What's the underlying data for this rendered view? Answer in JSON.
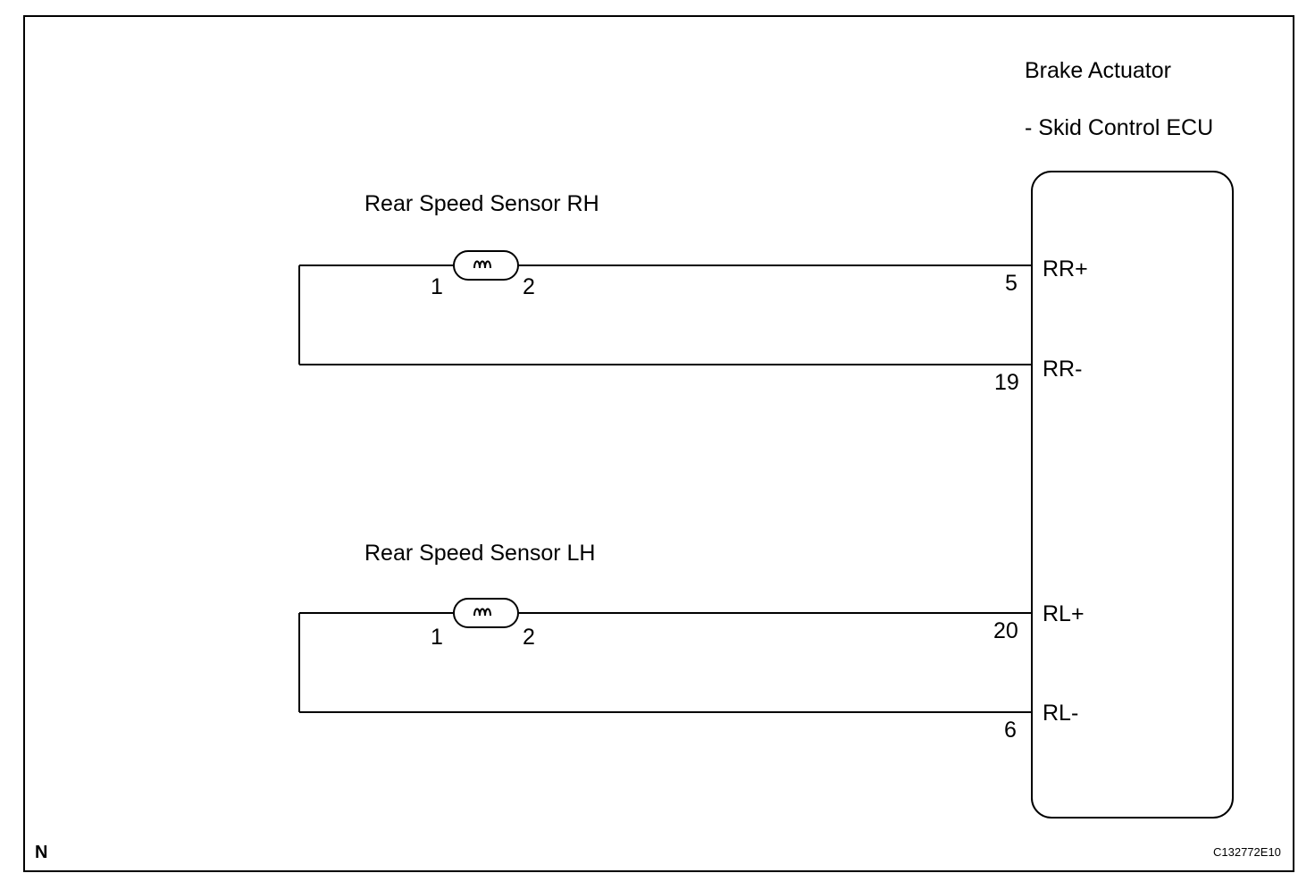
{
  "ecu": {
    "title_line1": "Brake Actuator",
    "title_line2": "- Skid Control ECU"
  },
  "sensors": [
    {
      "label": "Rear Speed Sensor RH",
      "pin_left": "1",
      "pin_right": "2",
      "ecu_pins": [
        {
          "terminal": "RR+",
          "number": "5"
        },
        {
          "terminal": "RR-",
          "number": "19"
        }
      ]
    },
    {
      "label": "Rear Speed Sensor LH",
      "pin_left": "1",
      "pin_right": "2",
      "ecu_pins": [
        {
          "terminal": "RL+",
          "number": "20"
        },
        {
          "terminal": "RL-",
          "number": "6"
        }
      ]
    }
  ],
  "footer": {
    "corner_mark": "N",
    "figure_code": "C132772E10"
  },
  "colors": {
    "line": "#000000",
    "background": "#ffffff"
  }
}
